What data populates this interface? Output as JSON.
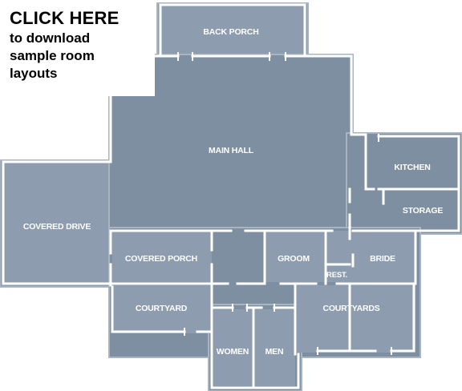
{
  "cta": {
    "title": "CLICK HERE",
    "line1": "to download",
    "line2": "sample room",
    "line3": "layouts"
  },
  "rooms": {
    "back_porch": "BACK PORCH",
    "main_hall": "MAIN HALL",
    "kitchen": "KITCHEN",
    "storage": "STORAGE",
    "covered_drive": "COVERED DRIVE",
    "covered_porch": "COVERED PORCH",
    "groom": "GROOM",
    "bride": "BRIDE",
    "rest": "REST.",
    "courtyard": "COURTYARD",
    "courtyards": "COURTYARDS",
    "women": "WOMEN",
    "men": "MEN"
  },
  "colors": {
    "plan_bg": "#7f8fa2",
    "room_light": "#8d9cae",
    "wall": "#ffffff",
    "outline": "#a9b4c1"
  }
}
